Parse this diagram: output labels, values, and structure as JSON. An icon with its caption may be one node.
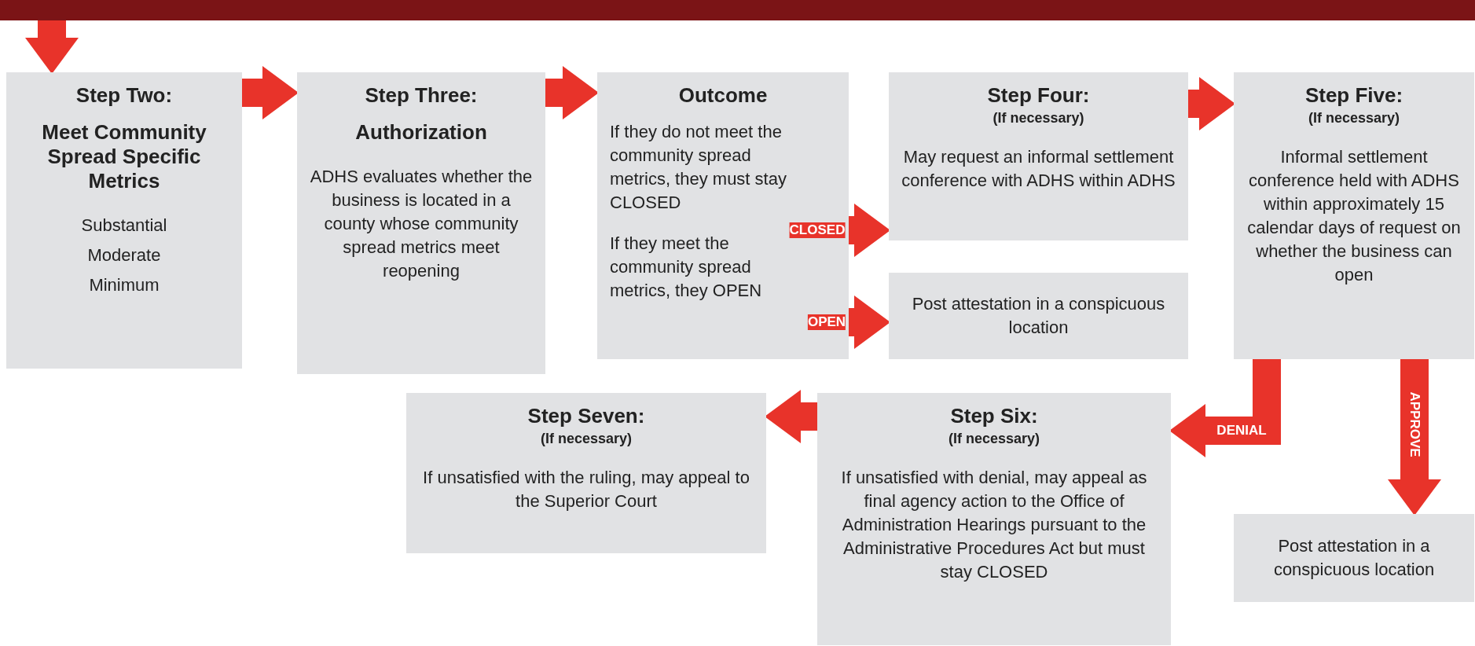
{
  "diagram": {
    "nodes": [
      {
        "text": [
          "Step Two:",
          "Meet Community Spread Specific Metrics",
          "Substantial",
          "Moderate",
          "Minimum"
        ]
      },
      {
        "text": [
          "Step Three:",
          "Authorization",
          "ADHS evaluates whether the business is located in a county whose community spread metrics meet reopening"
        ]
      },
      {
        "text": [
          "Outcome",
          "If they do not meet the community spread metrics, they must stay CLOSED",
          "If they meet the community spread metrics, they OPEN"
        ]
      },
      {
        "text": [
          "Step Four:",
          "(If necessary)",
          "May request an informal settlement conference with ADHS within ADHS"
        ]
      },
      {
        "text": [
          "Post attestation in a conspicuous location"
        ]
      },
      {
        "text": [
          "Step Five:",
          "(If necessary)",
          "Informal settlement conference held with ADHS within approximately 15 calendar days of request on whether the business can open"
        ]
      },
      {
        "text": [
          "Step Seven:",
          "(If necessary)",
          "If unsatisfied with the ruling, may appeal to the Superior Court"
        ]
      },
      {
        "text": [
          "Step Six:",
          "(If necessary)",
          "If unsatisfied with denial, may appeal as final agency action to the Office of Administration Hearings pursuant to the Administrative Procedures Act but must stay CLOSED"
        ]
      },
      {
        "text": [
          "Post attestation in a conspicuous location"
        ]
      },
      {
        "text": [],
        "shape": "bar"
      }
    ],
    "edges": [
      {
        "from": 9,
        "to": 0,
        "arrow": "to"
      },
      {
        "from": 0,
        "to": 1,
        "arrow": "to"
      },
      {
        "from": 1,
        "to": 2,
        "arrow": "to"
      },
      {
        "from": 2,
        "to": 3,
        "arrow": "to",
        "label": "CLOSED"
      },
      {
        "from": 2,
        "to": 4,
        "arrow": "to",
        "label": "OPEN"
      },
      {
        "from": 3,
        "to": 5,
        "arrow": "to"
      },
      {
        "from": 5,
        "to": 7,
        "arrow": "to",
        "label": "DENIAL"
      },
      {
        "from": 5,
        "to": 8,
        "arrow": "to",
        "label": "APPROVE"
      },
      {
        "from": 7,
        "to": 6,
        "arrow": "to"
      }
    ]
  }
}
